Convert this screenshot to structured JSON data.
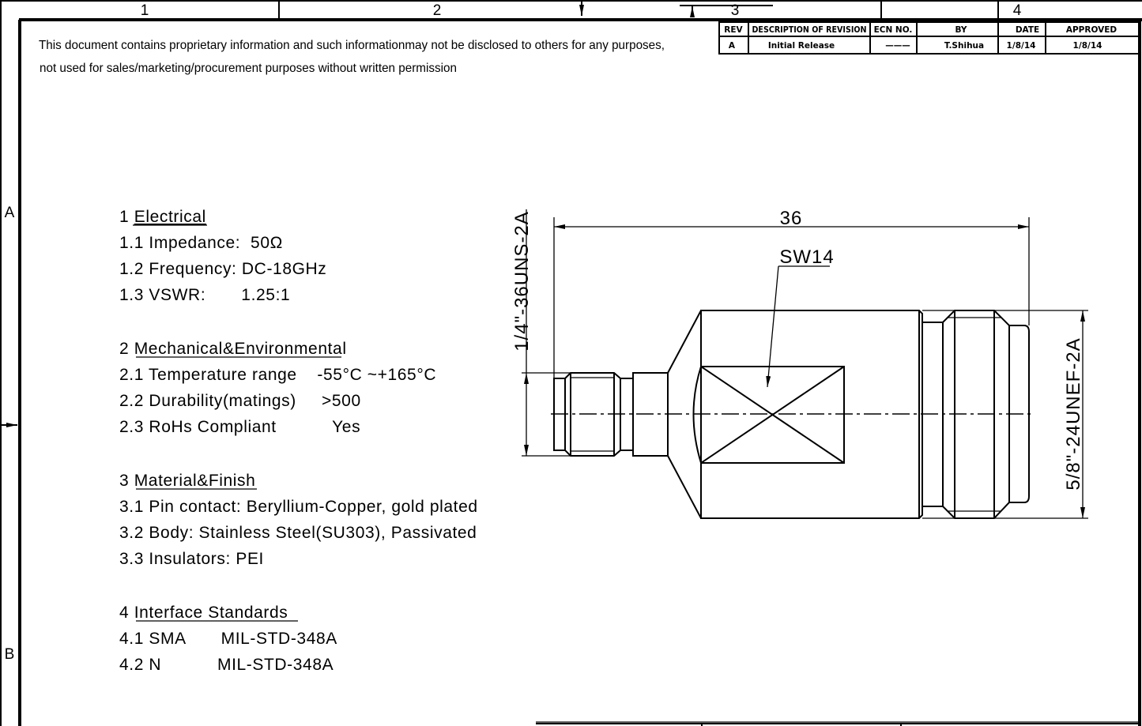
{
  "frame": {
    "zones_top": [
      "1",
      "2",
      "3",
      "4"
    ],
    "zones_left": [
      "A",
      "B"
    ]
  },
  "notice": {
    "line1": "This document contains proprietary information and such informationmay not be disclosed to others for any purposes,",
    "line2": "not used for sales/marketing/procurement purposes without written permission"
  },
  "revision_table": {
    "headers": [
      "REV",
      "DESCRIPTION OF REVISION",
      "ECN NO.",
      "BY",
      "DATE",
      "APPROVED"
    ],
    "rows": [
      [
        "A",
        "Initial Release",
        "———",
        "T.Shihua",
        "1/8/14",
        "1/8/14"
      ]
    ]
  },
  "specs": {
    "electrical": {
      "title_num": "1",
      "title": "Electrical",
      "lines": [
        "1.1 Impedance:  50Ω",
        "1.2 Frequency: DC-18GHz",
        "1.3 VSWR:       1.25:1"
      ]
    },
    "mechanical": {
      "title_num": "2",
      "title": "Mechanical&Environmental",
      "lines": [
        "2.1 Temperature range    -55°C ~+165°C",
        "2.2 Durability(matings)     >500",
        "2.3 RoHs Compliant           Yes"
      ]
    },
    "material": {
      "title_num": "3",
      "title": "Material&Finish",
      "lines": [
        "3.1 Pin contact: Beryllium-Copper, gold plated",
        "3.2 Body: Stainless Steel(SU303), Passivated",
        "3.3 Insulators: PEI"
      ]
    },
    "interface": {
      "title_num": "4",
      "title": "Interface Standards",
      "lines": [
        "4.1 SMA       MIL-STD-348A",
        "4.2 N           MIL-STD-348A"
      ]
    }
  },
  "drawing": {
    "length_dim": "36",
    "hex_label": "SW14",
    "left_thread": "1/4\"-36UNS-2A",
    "right_thread": "5/8\"-24UNEF-2A"
  }
}
